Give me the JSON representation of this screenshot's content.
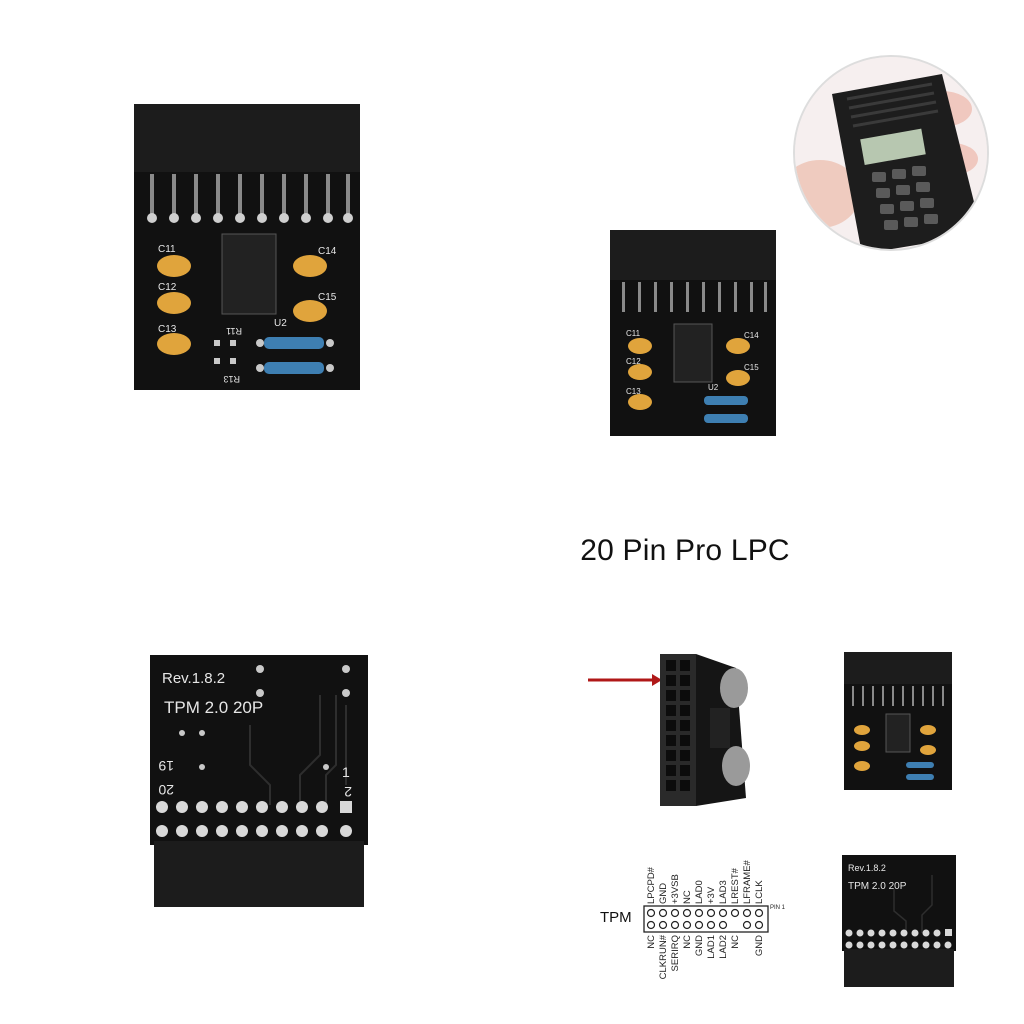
{
  "caption": "20 Pin Pro LPC",
  "board_front": {
    "labels": [
      "C11",
      "C12",
      "C13",
      "C14",
      "C15",
      "U2",
      "R11",
      "R13"
    ]
  },
  "board_back": {
    "rev": "Rev.1.8.2",
    "model": "TPM  2.0  20P",
    "pin_19": "19",
    "pin_20": "20",
    "pin_1": "1",
    "pin_2": "2"
  },
  "pinout": {
    "header_label": "TPM",
    "pin1_label": "PIN 1",
    "top_labels": [
      "LPCPD#",
      "GND",
      "+3VSB",
      "NC",
      "LAD0",
      "+3V",
      "LAD3",
      "LREST#",
      "LFRAME#",
      "LCLK"
    ],
    "bottom_labels": [
      "NC",
      "CLKRUN#",
      "SERIRQ",
      "NC",
      "GND",
      "LAD1",
      "LAD2",
      "NC",
      "GND"
    ]
  },
  "colors": {
    "pcb": "#111111",
    "connector": "#1c1c1c",
    "capacitor": "#e0a43c",
    "resistor": "#3e7fb2",
    "arrow": "#b01818"
  }
}
